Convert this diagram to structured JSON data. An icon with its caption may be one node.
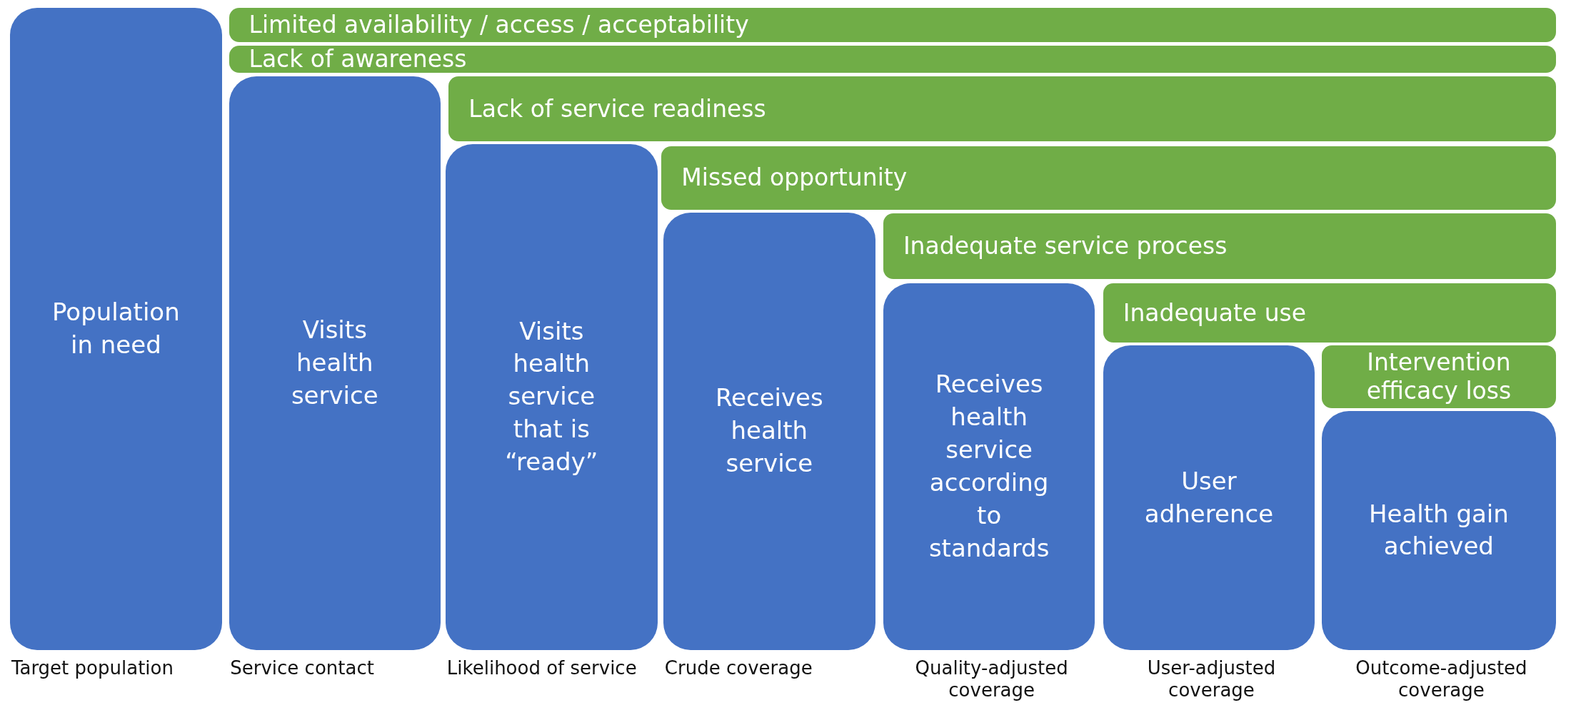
{
  "diagram": {
    "nodes": [
      {
        "text": [
          "Population in need"
        ],
        "beside": [
          "Target population"
        ]
      },
      {
        "text": [
          "Limited availability / access / acceptability"
        ]
      },
      {
        "text": [
          "Lack of awareness"
        ]
      },
      {
        "text": [
          "Visits health service"
        ],
        "beside": [
          "Service contact"
        ]
      },
      {
        "text": [
          "Lack of service readiness"
        ]
      },
      {
        "text": [
          "Visits health service that is “ready”"
        ],
        "beside": [
          "Likelihood of service"
        ]
      },
      {
        "text": [
          "Missed opportunity"
        ]
      },
      {
        "text": [
          "Receives health service"
        ],
        "beside": [
          "Crude coverage"
        ]
      },
      {
        "text": [
          "Inadequate service process"
        ]
      },
      {
        "text": [
          "Receives health service according to standards"
        ],
        "beside": [
          "Quality-adjusted coverage"
        ]
      },
      {
        "text": [
          "Inadequate use"
        ]
      },
      {
        "text": [
          "User adherence"
        ],
        "beside": [
          "User-adjusted coverage"
        ]
      },
      {
        "text": [
          "Intervention efficacy loss"
        ]
      },
      {
        "text": [
          "Health gain achieved"
        ],
        "beside": [
          "Outcome-adjusted coverage"
        ]
      }
    ]
  }
}
